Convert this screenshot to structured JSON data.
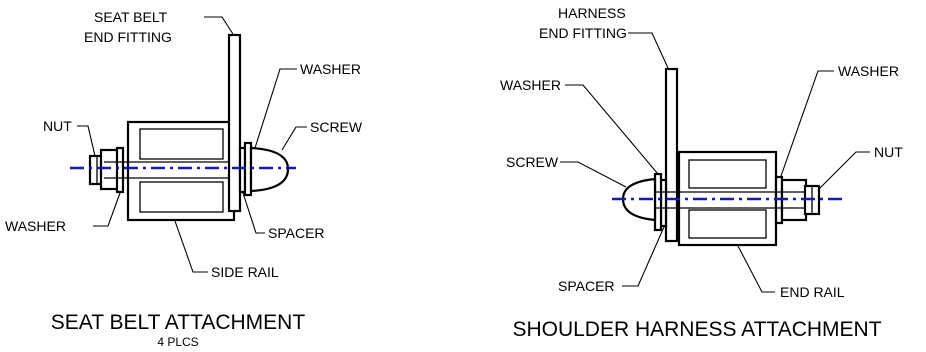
{
  "colors": {
    "centerline": "#1a1aa8",
    "ink": "#000000"
  },
  "left": {
    "labels": {
      "end_fitting_1": "SEAT BELT",
      "end_fitting_2": "END FITTING",
      "washer_top": "WASHER",
      "nut": "NUT",
      "screw": "SCREW",
      "washer_bottom": "WASHER",
      "spacer": "SPACER",
      "side_rail": "SIDE RAIL"
    },
    "caption": "SEAT BELT ATTACHMENT",
    "subcaption": "4 PLCS"
  },
  "right": {
    "labels": {
      "end_fitting_1": "HARNESS",
      "end_fitting_2": "END FITTING",
      "washer_left": "WASHER",
      "washer_right": "WASHER",
      "screw": "SCREW",
      "nut": "NUT",
      "spacer": "SPACER",
      "end_rail": "END RAIL"
    },
    "caption": "SHOULDER HARNESS ATTACHMENT"
  }
}
